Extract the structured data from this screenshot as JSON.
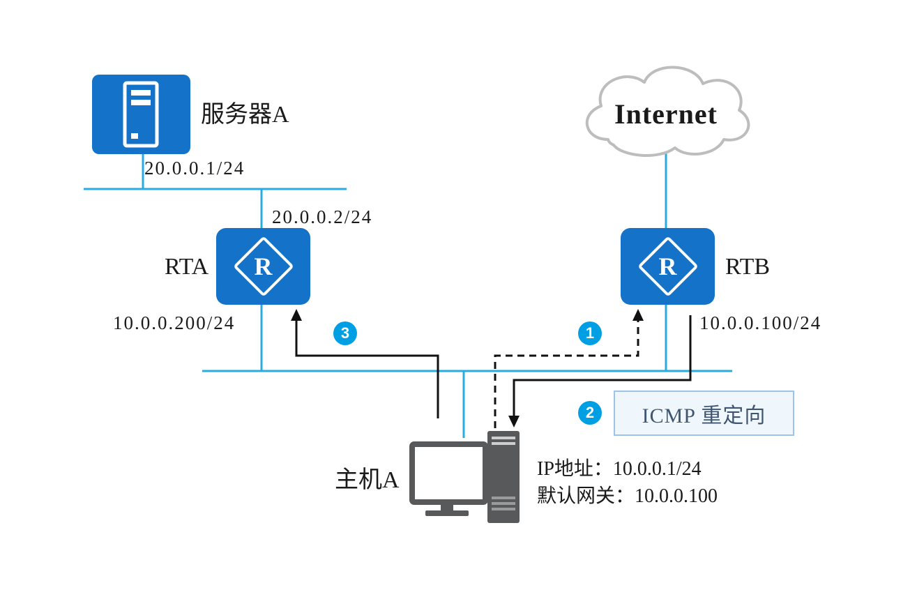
{
  "diagram_type": "network-topology-icmp-redirect",
  "nodes": {
    "server_a": {
      "name": "服务器A",
      "ip": "20.0.0.1/24"
    },
    "internet": {
      "name": "Internet"
    },
    "rta": {
      "name": "RTA",
      "glyph": "R",
      "wan_ip": "20.0.0.2/24",
      "lan_ip": "10.0.0.200/24"
    },
    "rtb": {
      "name": "RTB",
      "glyph": "R",
      "lan_ip": "10.0.0.100/24"
    },
    "host_a": {
      "name": "主机A",
      "ip_line": "IP地址：10.0.0.1/24",
      "gateway_line": "默认网关：10.0.0.100"
    }
  },
  "flows": [
    {
      "step": "1",
      "style": "dashed",
      "from": "host_a",
      "to": "rtb"
    },
    {
      "step": "2",
      "style": "solid",
      "from": "rtb",
      "to": "host_a",
      "label": "ICMP 重定向"
    },
    {
      "step": "3",
      "style": "solid",
      "from": "host_a",
      "to": "rta"
    }
  ],
  "colors": {
    "node_blue": "#1472C8",
    "line_blue": "#29ABE2",
    "badge_blue": "#009FE3",
    "arrow_black": "#111111",
    "cloud_gray": "#BDBDBD",
    "host_gray": "#58595B",
    "callout_border": "#9DC3E6",
    "callout_bg": "#F0F7FC",
    "callout_text": "#3F5570"
  }
}
